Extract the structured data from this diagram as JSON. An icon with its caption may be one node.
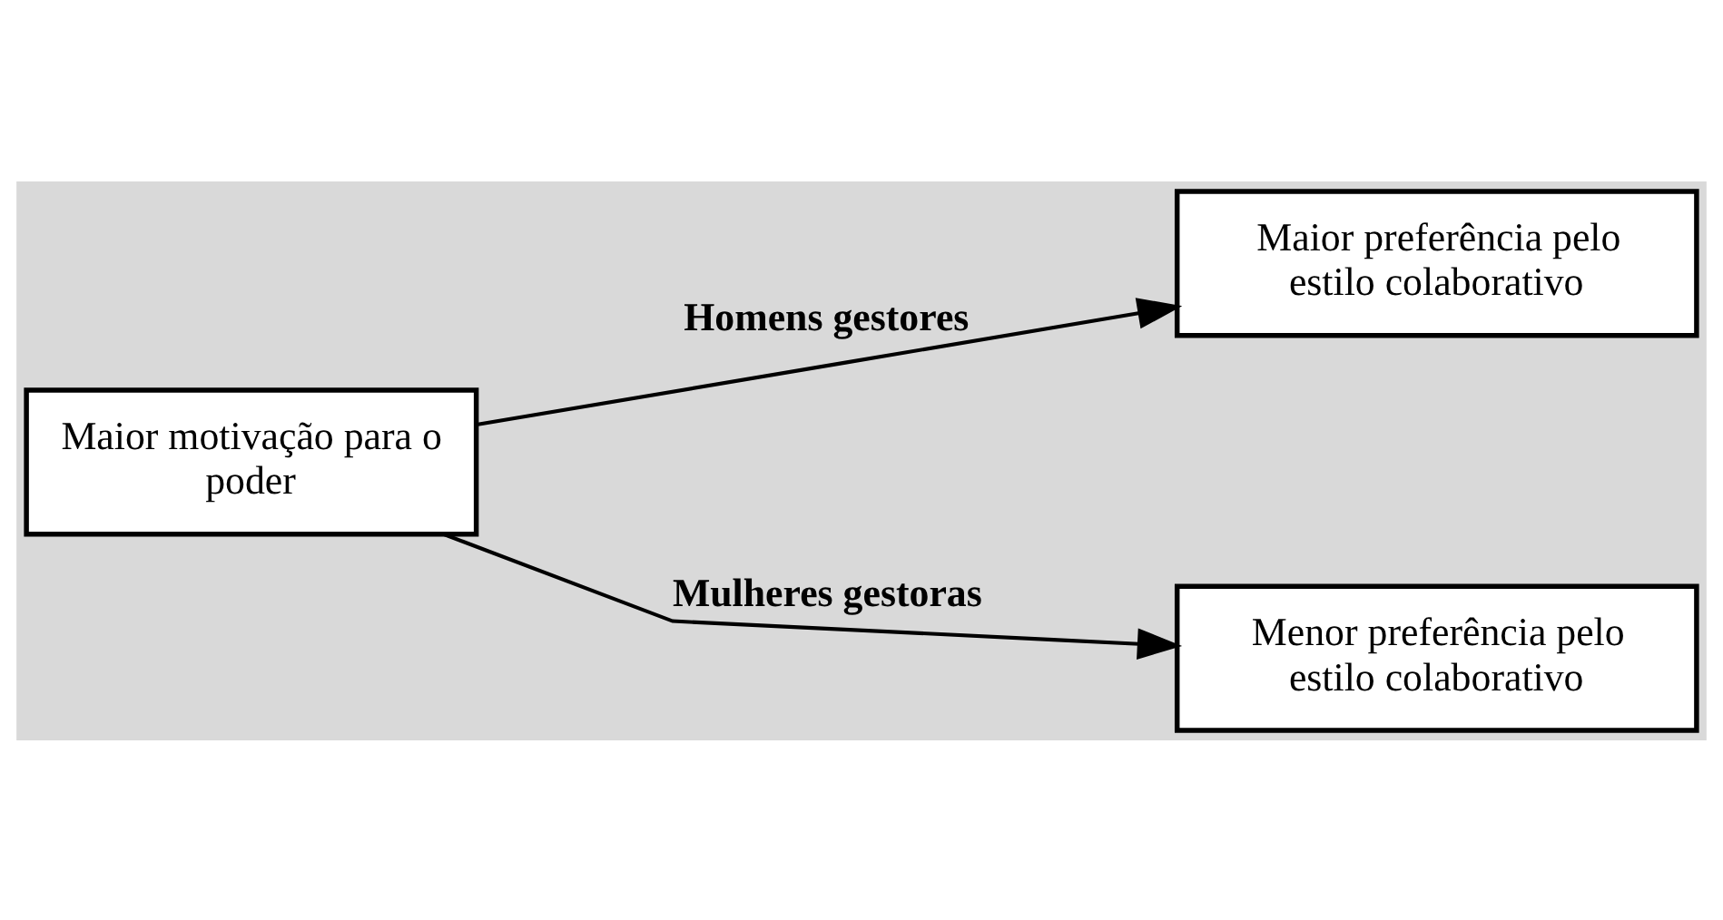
{
  "diagram": {
    "nodes": [
      {
        "text": [
          "Maior motivação para o poder"
        ]
      },
      {
        "text": [
          "Maior preferência pelo estilo colaborativo"
        ]
      },
      {
        "text": [
          "Menor preferência pelo estilo colaborativo"
        ]
      }
    ],
    "edges": [
      {
        "from": 0,
        "to": 1,
        "arrow": "to",
        "label": "Homens gestores"
      },
      {
        "from": 0,
        "to": 2,
        "arrow": "to",
        "label": "Mulheres gestoras"
      }
    ]
  }
}
